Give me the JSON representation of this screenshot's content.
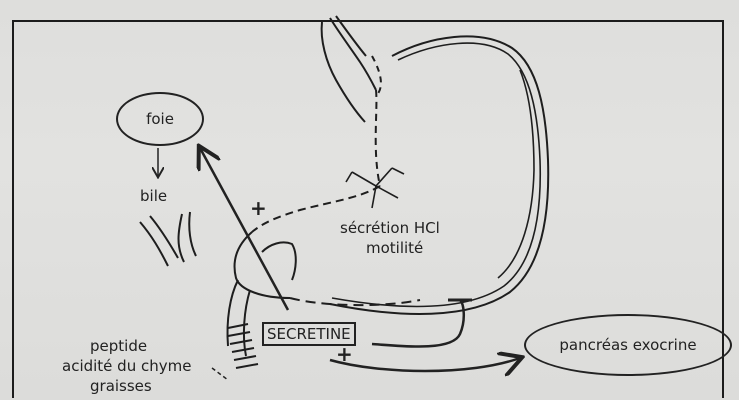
{
  "labels": {
    "foie": "foie",
    "bile": "bile",
    "plus_top": "+",
    "secretion": "sécrétion HCl",
    "motilite": "motilité",
    "secretine": "SECRETINE",
    "plus_bottom": "+",
    "pancreas": "pancréas exocrine",
    "peptide": "peptide",
    "acidite": "acidité du chyme",
    "graisses": "graisses"
  }
}
